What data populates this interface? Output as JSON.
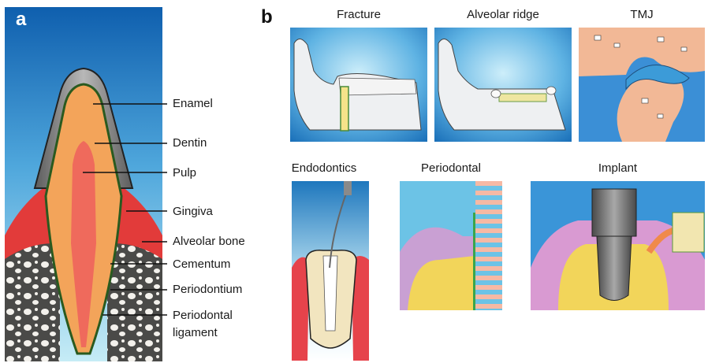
{
  "panel_a": {
    "letter": "a",
    "labels": [
      {
        "key": "enamel",
        "text": "Enamel"
      },
      {
        "key": "dentin",
        "text": "Dentin"
      },
      {
        "key": "pulp",
        "text": "Pulp"
      },
      {
        "key": "gingiva",
        "text": "Gingiva"
      },
      {
        "key": "alveolar_bone",
        "text": "Alveolar bone"
      },
      {
        "key": "cementum",
        "text": "Cementum"
      },
      {
        "key": "periodontium",
        "text": "Periodontium"
      },
      {
        "key": "periodontal_ligament_1",
        "text": "Periodontal"
      },
      {
        "key": "periodontal_ligament_2",
        "text": "ligament"
      }
    ]
  },
  "panel_b": {
    "letter": "b",
    "captions": {
      "fracture": "Fracture",
      "alveolar_ridge": "Alveolar ridge",
      "tmj": "TMJ",
      "endodontics": "Endodontics",
      "periodontal": "Periodontal",
      "implant": "Implant"
    }
  },
  "colors": {
    "blue_dark": "#1b6fb3",
    "blue_light": "#bfe6f5",
    "dentin": "#f5a55a",
    "pulp": "#ec6d5f",
    "gingiva": "#e8543f",
    "bone": "#cfc7b8",
    "enamel": "#8a8a8a",
    "jaw": "#eef0f2"
  }
}
